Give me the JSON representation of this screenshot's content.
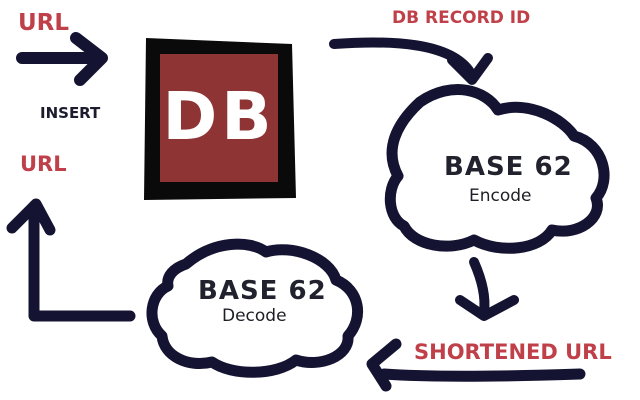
{
  "labels": {
    "url_in": "URL",
    "insert": "INSERT",
    "db": "DB",
    "db_record_id": "DB RECORD ID",
    "encode_title": "BASE 62",
    "encode_sub": "Encode",
    "shortened_url": "SHORTENED URL",
    "decode_title": "BASE 62",
    "decode_sub": "Decode",
    "url_out": "URL"
  },
  "colors": {
    "stroke": "#141432",
    "accent": "#c0404a",
    "db_fill": "#8f3434",
    "db_border": "#0a0a0a"
  }
}
